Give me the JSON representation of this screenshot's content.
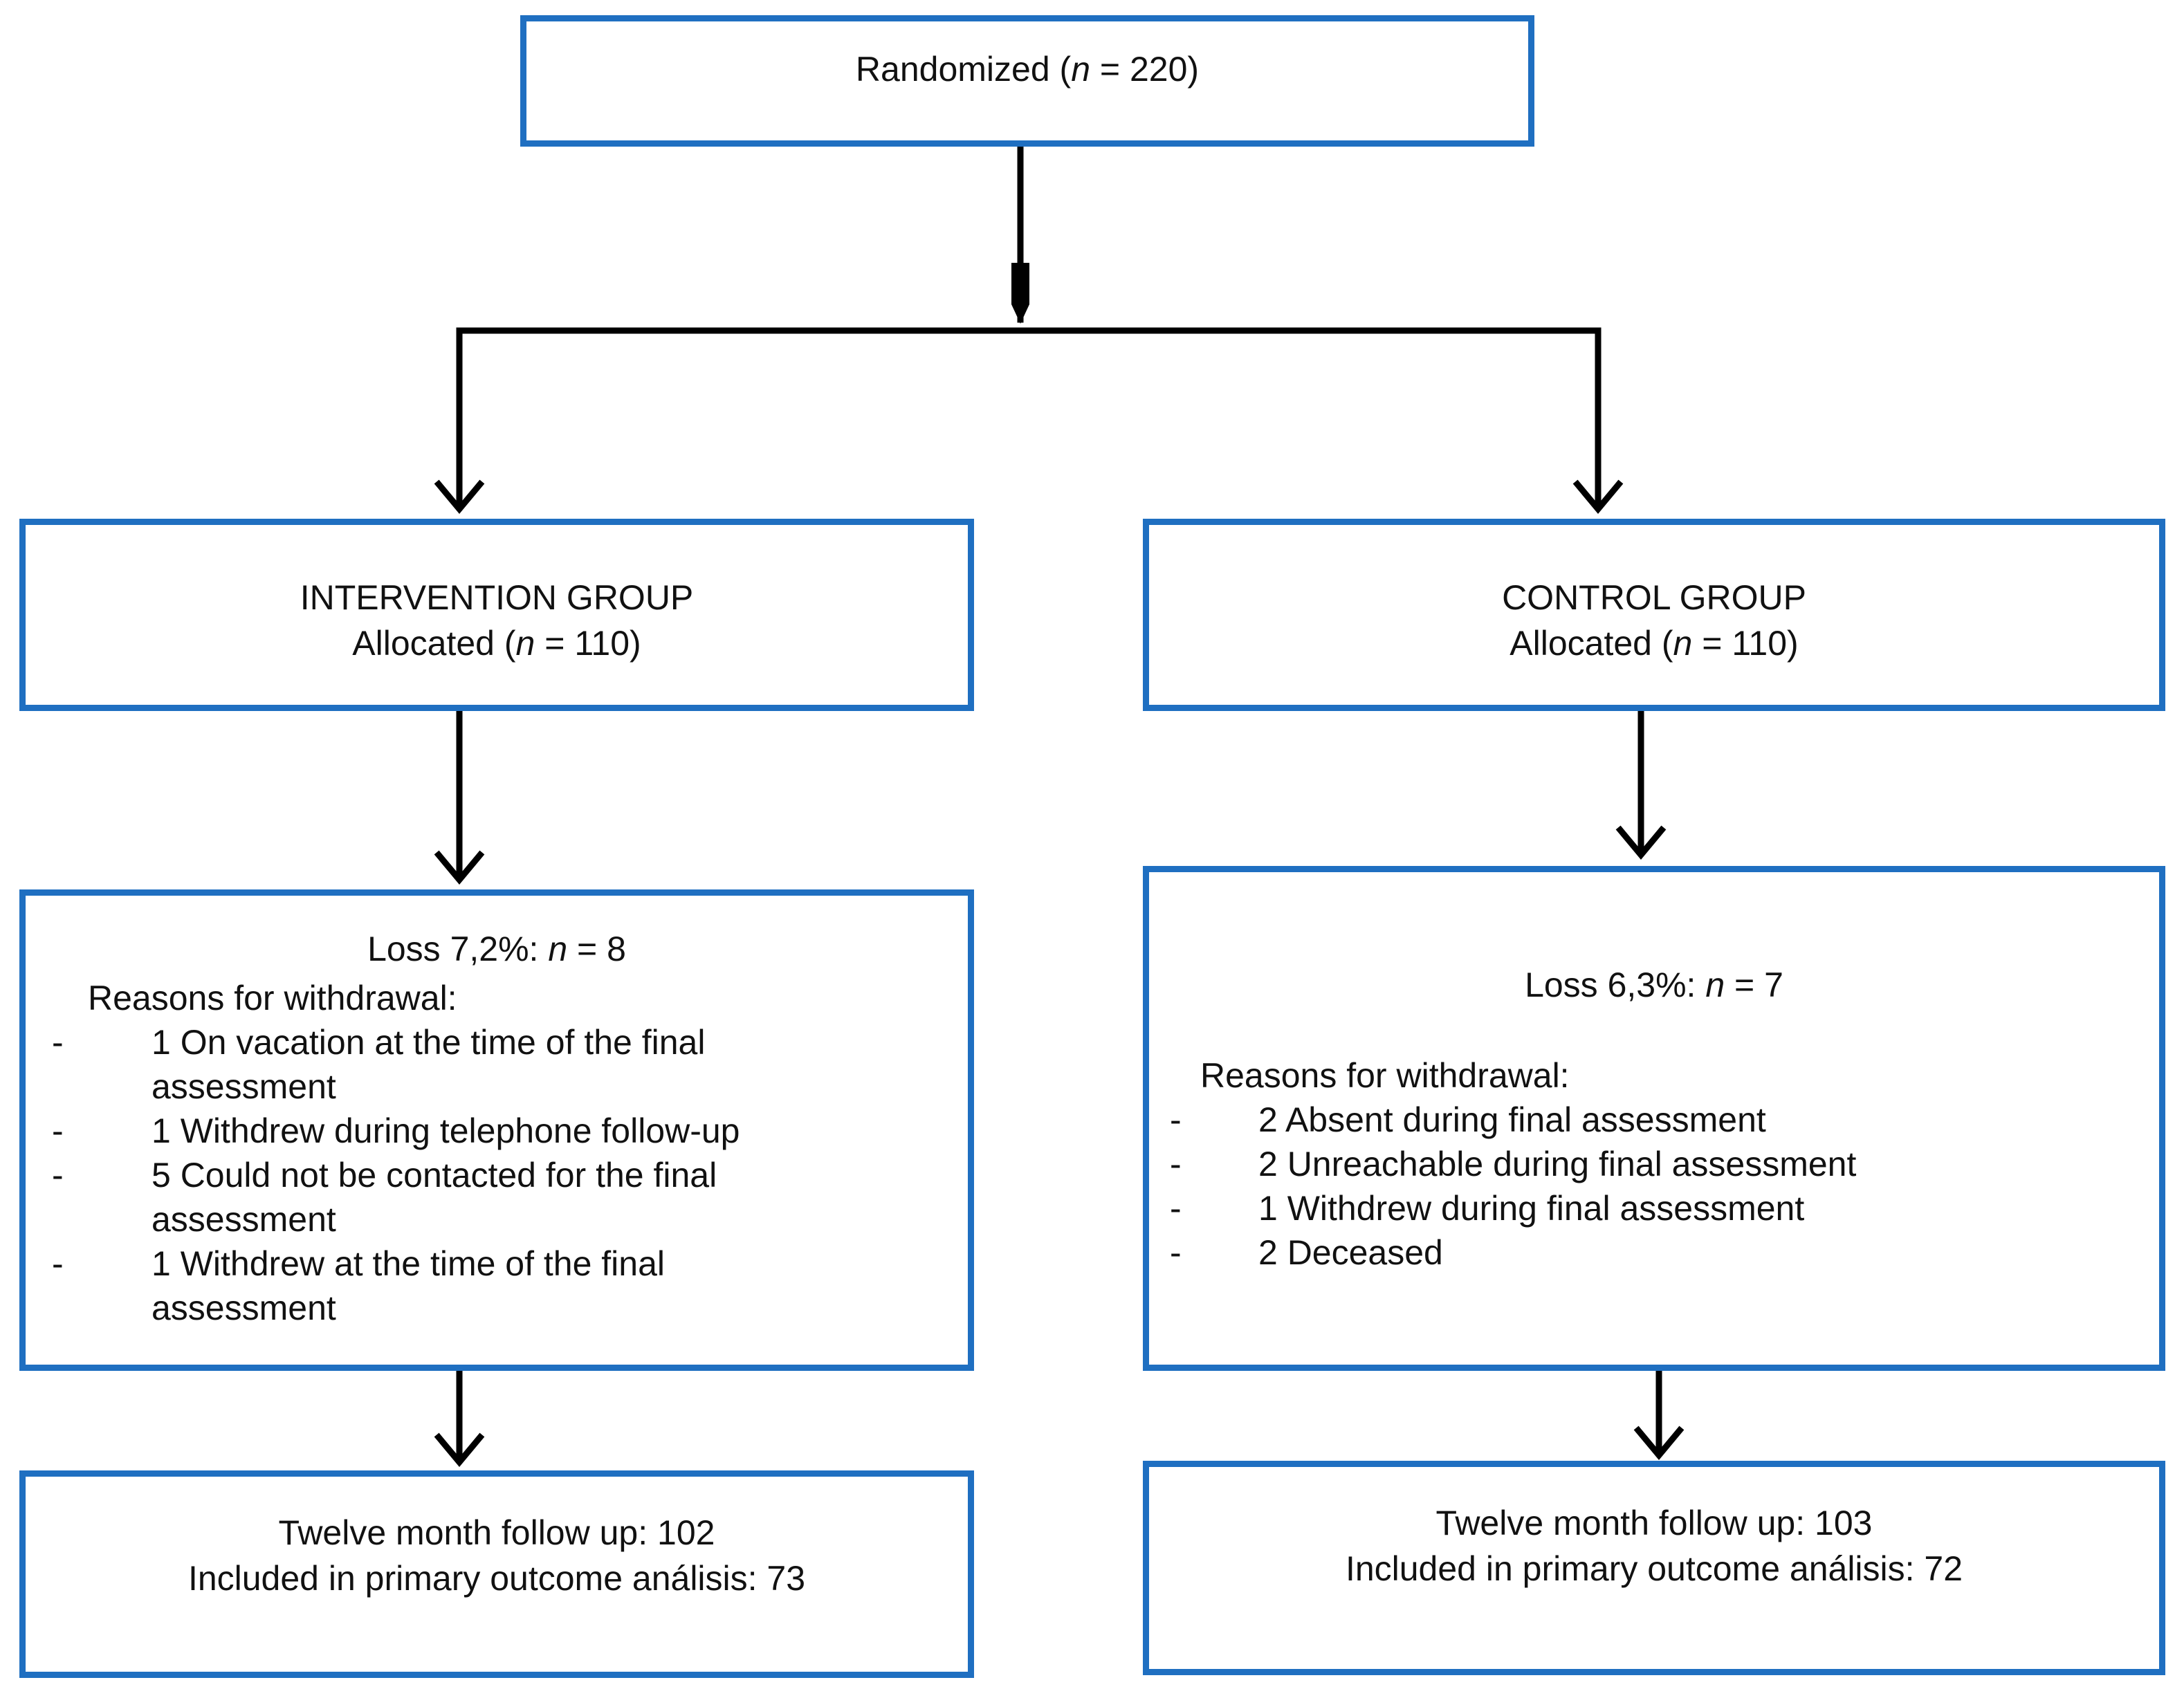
{
  "randomized": {
    "label": "Randomized (",
    "n_symbol": "n",
    "value": " = 220)"
  },
  "intervention": {
    "title": "INTERVENTION GROUP",
    "allocated": {
      "label": "Allocated (",
      "n_symbol": "n",
      "value": " = 110)"
    },
    "loss": {
      "label": "Loss 7,2%: ",
      "n_symbol": "n",
      "value": " = 8"
    },
    "reasons_heading": "Reasons for withdrawal:",
    "reasons": [
      {
        "line1": "1 On vacation at the time of the final",
        "line2": "assessment"
      },
      {
        "line1": "1 Withdrew during telephone follow-up",
        "line2": ""
      },
      {
        "line1": "5 Could not be contacted for the final",
        "line2": "assessment"
      },
      {
        "line1": "1 Withdrew at the time of the final",
        "line2": "assessment"
      }
    ],
    "followup": "Twelve month follow up: 102",
    "included": "Included in primary outcome análisis: 73"
  },
  "control": {
    "title": "CONTROL GROUP",
    "allocated": {
      "label": "Allocated (",
      "n_symbol": "n",
      "value": " = 110)"
    },
    "loss": {
      "label": "Loss 6,3%: ",
      "n_symbol": "n",
      "value": " = 7"
    },
    "reasons_heading": "Reasons for withdrawal:",
    "reasons": [
      {
        "line1": "2 Absent during final assessment"
      },
      {
        "line1": "2 Unreachable during final assessment"
      },
      {
        "line1": "1 Withdrew during final assessment"
      },
      {
        "line1": "2 Deceased"
      }
    ],
    "followup": "Twelve month follow up: 103",
    "included": "Included in primary outcome análisis: 72"
  },
  "bullet": "-",
  "colors": {
    "box_border": "#1f6fc1",
    "connector": "#000000"
  }
}
